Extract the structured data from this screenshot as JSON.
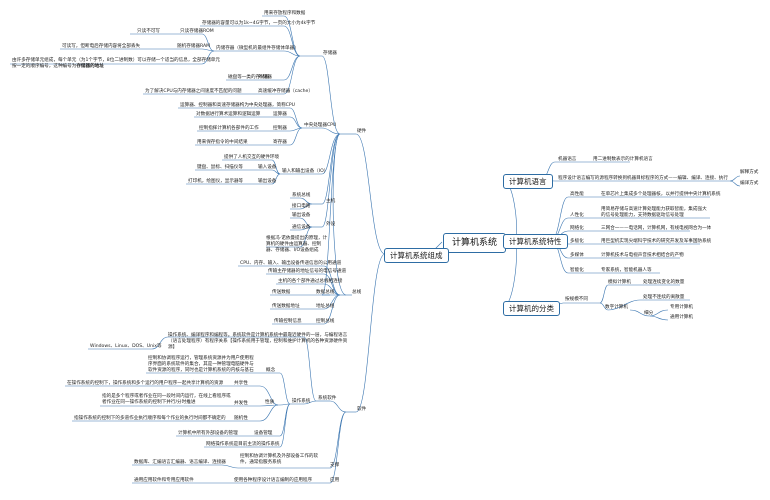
{
  "root": "计算机系统",
  "l1": {
    "lang": "计算机语言",
    "feat": "计算机系统特性",
    "cls": "计算机的分类",
    "comp": "计算机系统组成"
  },
  "lang": {
    "machine": "机器语言",
    "machine_desc": "用二进制数表示的计算机语言",
    "design": "程序设计语言编写的源程序转换到机器目标程序的方式——编辑、编译、连接、执行",
    "interp": "解释方式",
    "compile": "编译方式"
  },
  "feat": {
    "items": [
      {
        "k": "高性能",
        "v": "在单芯片上集成多个处理器核，以并行提供中央计算机系统"
      },
      {
        "k": "人性化",
        "v": "用简易存储与高速计算处理能力获取智能，集成强大的信号处理能力，支持数据驱动信号处理"
      },
      {
        "k": "网络化",
        "v": "三网合一——电话网，计算机网，有线电视网合为一体"
      },
      {
        "k": "多极化",
        "v": "用巨型机实现尖端科学技术的研究开发及军事国防系统"
      },
      {
        "k": "多媒体",
        "v": "计算机技术与电视声音技术相结合的产物"
      },
      {
        "k": "智能化",
        "v": "专家系统，智能机器人等"
      }
    ]
  },
  "cls": {
    "scale": "按规模不同",
    "analog": "模拟计算机",
    "analog_desc": "处理连续变化的数量",
    "digital": "数字计算机",
    "digital_desc": "处理不连续的离散量",
    "sub": "细分",
    "special": "专用计算机",
    "general": "通用计算机"
  },
  "hw": {
    "title": "硬件",
    "storage": "存储器",
    "s_top": "用来存放程序和数据",
    "s_unit": "存储器的容量可以为1k~4G字节，一页的大小为4k字节",
    "internal": "内储存器（微型机的最组件存储体单器）",
    "rom_note": "只读不可写",
    "rom": "只读存储器ROM",
    "ram_note": "可读写，但断电后存储内容将全部丢失",
    "ram": "随机存储器RAM",
    "ram_desc_1": "由许多存储单元组成，每个单元（为1个字节，8位二进制数）可以存储一个适当的信息，全部存储单元",
    "ram_desc_2": "按一定的顺序编号，这种编号为",
    "ram_desc_bold": "存储器的地址",
    "external": "外储器",
    "external_desc": "磁盘等一类的存储器",
    "cache": "高速缓冲存储器（cache）",
    "cache_desc": "为了解决CPU与内存储器之间速度不匹配的问题",
    "cpu": "中央处理器CPU",
    "cpu_desc": "运算器、控制器和高速存储器构为中央处理器，简称CPU",
    "alu": "运算器",
    "alu_desc": "对数据进行算术运算和逻辑运算",
    "ctrl": "控制器",
    "ctrl_desc": "控制指挥计算机各部件的工作",
    "reg": "寄存器",
    "reg_desc": "用来保存指令的中间结果",
    "io": "输入和输出设备（IO）",
    "io_desc": "提供了人机交互的硬件环境",
    "in": "输入设备",
    "in_desc": "键盘、鼠标、扫描仪等",
    "out": "输出设备",
    "out_desc": "打印机，绘图仪，显示器等",
    "mb": "主机",
    "mb_bus": "系统总线",
    "mb_if": "接口电路",
    "peri": "外设",
    "peri_out": "输出设备",
    "peri_comm": "通信设备",
    "peri_desc": "根据冯·诺依曼提出的原理，计算机的硬件由运算器、控制器、存储器、I/O设备组成",
    "bus": "总线",
    "bus_top": "CPU、内存、输入、输出设备传递信息的公用通道",
    "bus_1": "传输主存储器的地址信号的电信号通道",
    "bus_2": "主机的各个部件通过总线相连接",
    "bus_d": "数据总线",
    "bus_d_desc": "传送数据",
    "bus_a": "地址总线",
    "bus_a_desc": "传送数据地址",
    "bus_c": "控制总线",
    "bus_c_desc": "传输控制信息"
  },
  "sw": {
    "title": "软件",
    "sys": "系统软件",
    "sys_desc": "操作系统、编译程序和编程等。系统软件是计算机系统中最靠近硬件的一层，与编程语言（语言处理程序）有程序关系【操作系统用于管理，控制和维护计算机的各种资源硬件资源】",
    "os_list": "Windows、Linux、DOS、Unix等",
    "os": "操作系统",
    "concept": "概念",
    "concept_desc": "控制和协调程序运行，管理系统资源并为用户使用程序界面的系统软件的集合，其是一种管理电脑硬件与软件资源的程序，同时也是计算机系统的内核与基石",
    "nature": "性质",
    "share": "共享性",
    "share_desc": "在操作系统的控制下，操作系统和多个运行的用户程序一起共享计算机的资源",
    "concur": "并发性",
    "concur_desc": "指的是多个程序或者作业在同一段时间内运行，在线上看程序或者作业在同一操作系统的控制下并行/分时推进",
    "random": "随机性",
    "random_desc": "指操作系统的控制下的多道作业执行顺序和每个作业的执行时间都不确定的",
    "dev": "设备管理",
    "dev_desc": "计算机中所有外部设备的管理",
    "net": "网络操作系统是目前主流的操作系统",
    "support": "支撑",
    "support_desc": "控制和协调计算机及外部设备工作的软件，通常指服务系统",
    "support_list": "数据库、汇编语言汇编器、语言编译、连接器",
    "app": "应用",
    "app_desc": "使用各种程序设计语言编制的应用程序",
    "app_list": "通用应用软件和专用应用软件"
  }
}
